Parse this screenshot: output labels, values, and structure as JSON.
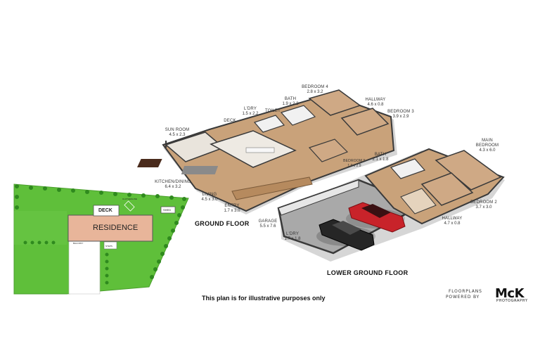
{
  "ground_floor": {
    "title": "GROUND FLOOR",
    "rooms": [
      {
        "name": "SUN ROOM",
        "dims": "4.5 x 2.3"
      },
      {
        "name": "DECK",
        "dims": ""
      },
      {
        "name": "L'DRY",
        "dims": "1.5 x 2.2"
      },
      {
        "name": "TOILET",
        "dims": ""
      },
      {
        "name": "BATH",
        "dims": "1.9 x 2.2"
      },
      {
        "name": "BEDROOM 4",
        "dims": "2.8 x 3.2"
      },
      {
        "name": "HALLWAY",
        "dims": "4.6 x 0.8"
      },
      {
        "name": "BEDROOM 3",
        "dims": "3.9 x 2.9"
      },
      {
        "name": "KITCHEN/DINING",
        "dims": "6.4 x 3.2"
      },
      {
        "name": "LIVING",
        "dims": "4.5 x 3.0"
      },
      {
        "name": "ENTRY",
        "dims": "1.7 x 3.0"
      },
      {
        "name": "BEDROOM 5",
        "dims": "1.9 x 2.9"
      }
    ]
  },
  "lower_ground_floor": {
    "title": "LOWER GROUND FLOOR",
    "rooms": [
      {
        "name": "BATH",
        "dims": "2.1 x 1.8"
      },
      {
        "name": "MAIN BEDROOM",
        "dims": "4.3 x 6.0"
      },
      {
        "name": "BEDROOM 2",
        "dims": "3.7 x 3.0"
      },
      {
        "name": "HALLWAY",
        "dims": "4.7 x 0.8"
      },
      {
        "name": "GARAGE",
        "dims": "5.5 x 7.6"
      },
      {
        "name": "L'DRY",
        "dims": "1.7 x 1.8"
      }
    ]
  },
  "site_plan": {
    "residence": "RESIDENCE",
    "deck": "DECK",
    "shed": "SHED",
    "clothesline": "CLOTHESLINE",
    "balcony": "BALCONY",
    "steps": "STEPS"
  },
  "note": "This plan is for illustrative purposes only",
  "logo": {
    "line1": "FLOORPLANS",
    "line2": "POWERED BY",
    "brand": "McK",
    "sub": "PHOTOGRAPHY"
  },
  "colors": {
    "lawn": "#5fbf3a",
    "lawn_dark": "#3d8f22",
    "residence": "#e8b59a",
    "floor_wood": "#c9a27a",
    "garage_floor": "#a9a9a9",
    "wall": "#3a3a3a",
    "car_red": "#c8232a",
    "car_black": "#262626"
  }
}
